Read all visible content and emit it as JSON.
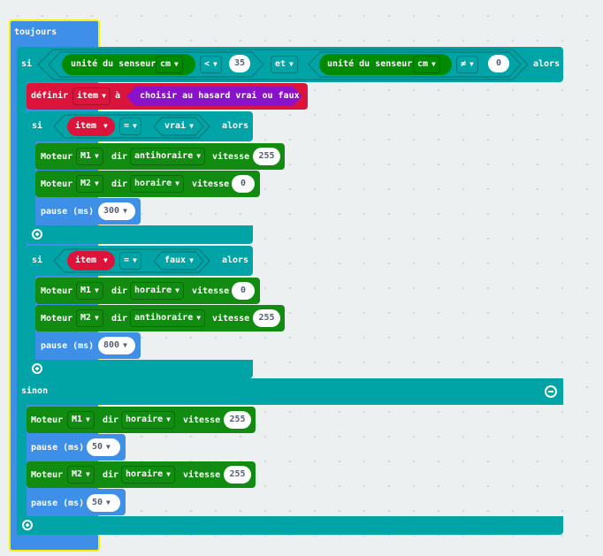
{
  "colors": {
    "loop": "#3d8fe8",
    "logic": "#00a4a6",
    "sensor": "#008a00",
    "motor": "#118c11",
    "variable": "#dc143c",
    "random": "#8a12c8",
    "basic": "#3d8fe8",
    "selection": "#ffee00"
  },
  "forever": {
    "label": "toujours"
  },
  "if_main": {
    "si": "si",
    "sensor1": {
      "label": "unité du senseur",
      "unit": "cm"
    },
    "op1": "<",
    "value1": "35",
    "and": "et",
    "sensor2": {
      "label": "unité du senseur",
      "unit": "cm"
    },
    "op2": "≠",
    "value2": "0",
    "alors": "alors",
    "else_label": "sinon"
  },
  "set_var": {
    "label": "définir",
    "var": "item",
    "a": "à",
    "random_label": "choisir au hasard vrai ou faux"
  },
  "if_true": {
    "si": "si",
    "var": "item",
    "op": "=",
    "value": "vrai",
    "alors": "alors",
    "motor1": {
      "label": "Moteur",
      "motor": "M1",
      "dir_label": "dir",
      "dir": "antihoraire",
      "speed_label": "vitesse",
      "speed": "255"
    },
    "motor2": {
      "label": "Moteur",
      "motor": "M2",
      "dir_label": "dir",
      "dir": "horaire",
      "speed_label": "vitesse",
      "speed": "0"
    },
    "pause": {
      "label": "pause (ms)",
      "value": "300"
    }
  },
  "if_false": {
    "si": "si",
    "var": "item",
    "op": "=",
    "value": "faux",
    "alors": "alors",
    "motor1": {
      "label": "Moteur",
      "motor": "M1",
      "dir_label": "dir",
      "dir": "horaire",
      "speed_label": "vitesse",
      "speed": "0"
    },
    "motor2": {
      "label": "Moteur",
      "motor": "M2",
      "dir_label": "dir",
      "dir": "antihoraire",
      "speed_label": "vitesse",
      "speed": "255"
    },
    "pause": {
      "label": "pause (ms)",
      "value": "800"
    }
  },
  "else_body": {
    "motor1": {
      "label": "Moteur",
      "motor": "M1",
      "dir_label": "dir",
      "dir": "horaire",
      "speed_label": "vitesse",
      "speed": "255"
    },
    "pause1": {
      "label": "pause (ms)",
      "value": "50"
    },
    "motor2": {
      "label": "Moteur",
      "motor": "M2",
      "dir_label": "dir",
      "dir": "horaire",
      "speed_label": "vitesse",
      "speed": "255"
    },
    "pause2": {
      "label": "pause (ms)",
      "value": "50"
    }
  }
}
